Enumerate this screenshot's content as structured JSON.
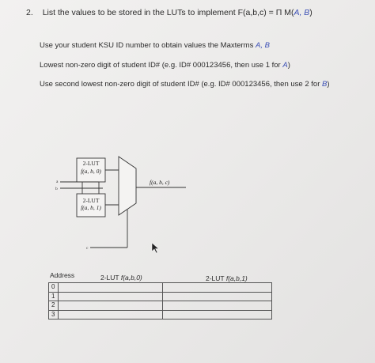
{
  "question": {
    "number": "2.",
    "text_prefix": "List the values to be stored in the LUTs to implement F(a,b,c) = ",
    "text_product": "Π M(",
    "text_vars": "A, B",
    "text_close": ")"
  },
  "instructions": {
    "line1_prefix": "Use your student KSU ID number to obtain values the Maxterms ",
    "line1_vars": "A, B",
    "line2_prefix": "Lowest non-zero digit of student ID# (e.g. ID# 000123456, then use 1 for ",
    "line2_var": "A",
    "line2_suffix": ")",
    "line3_prefix": "Use second lowest non-zero digit of student ID# (e.g. ID# 000123456, then use 2 for ",
    "line3_var": "B",
    "line3_suffix": ")"
  },
  "circuit": {
    "lut_top_title": "2-LUT",
    "lut_top_func": "f(a, b, 0)",
    "lut_bottom_title": "2-LUT",
    "lut_bottom_func": "f(a, b, 1)",
    "input_a": "a",
    "input_b": "b",
    "input_c": "c",
    "output": "f(a, b, c)"
  },
  "table": {
    "address_header": "Address",
    "col1_header_prefix": "2-LUT ",
    "col1_header_func": "f(a,b,0)",
    "col2_header_prefix": "2-LUT ",
    "col2_header_func": "f(a,b,1)",
    "rows": [
      {
        "address": "0",
        "lut0": "",
        "lut1": ""
      },
      {
        "address": "1",
        "lut0": "",
        "lut1": ""
      },
      {
        "address": "2",
        "lut0": "",
        "lut1": ""
      },
      {
        "address": "3",
        "lut0": "",
        "lut1": ""
      }
    ]
  },
  "colors": {
    "accent_variable": "#3a4fb5",
    "text": "#2b2b2b"
  }
}
